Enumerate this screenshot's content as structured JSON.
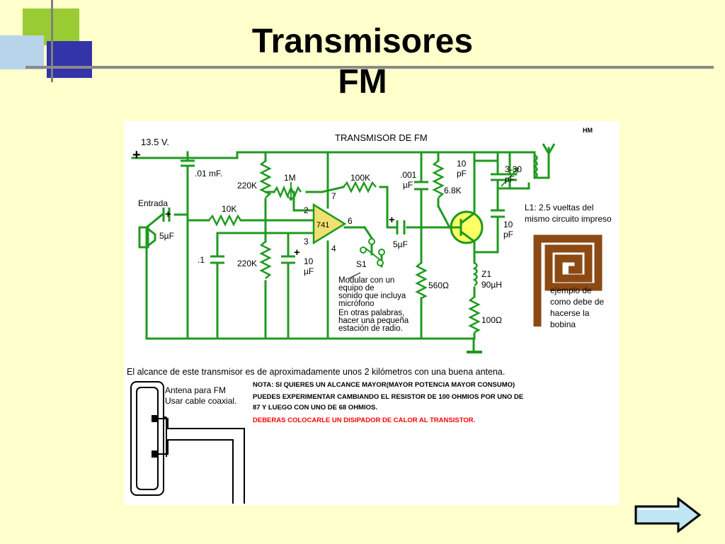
{
  "slide": {
    "title_line1": "Transmisores",
    "title_line2": "FM",
    "next_icon": "next-arrow-icon"
  },
  "colors": {
    "background": "#ffffcc",
    "accent_green": "#99cc33",
    "accent_blue": "#3333aa",
    "accent_light_blue": "#b0d0e8",
    "accent_gray": "#808080",
    "wire_green": "#1f9a1f",
    "coil_brown": "#8b4a14",
    "opamp_yellow": "#f0e070",
    "transistor_yellow": "#ffff66",
    "note_red": "#ff0000"
  },
  "diagram": {
    "header": "TRANSMISOR DE FM",
    "author_tag": "HM",
    "supply_label": "13.5 V.",
    "plus_sign": "+",
    "input_label": "Entrada",
    "cap_input": "5µF",
    "cap_supply": ".01 mF.",
    "res_10k": "10K",
    "res_220k_top": "220K",
    "res_220k_bottom": "220K",
    "pot_1m": "1M",
    "res_100k": "100K",
    "cap_point1": ".1",
    "cap_10uf_value": "10",
    "cap_10uf_unit": "µF",
    "opamp_label": "741",
    "pin_2": "2",
    "pin_3": "3",
    "pin_4": "4",
    "pin_6": "6",
    "pin_7": "7",
    "cap_001_value": ".001",
    "cap_001_unit": "µF",
    "cap_output": "5µF",
    "res_68k": "6.8K",
    "res_560": "560Ω",
    "switch_label": "S1",
    "switch_note_lines": [
      "Modular con un",
      "equipo de",
      "sonido que incluya",
      "micrófono",
      "En otras palabras,",
      "hacer una pequeña",
      "estación de radio."
    ],
    "cap_10pf_top_value": "10",
    "cap_10pf_top_unit": "pF",
    "trimmer_value": "3-30",
    "trimmer_unit": "pF",
    "cap_10pf_bottom_value": "10",
    "cap_10pf_bottom_unit": "pF",
    "coil_note_line1": "L1: 2.5 vueltas del",
    "coil_note_line2": "mismo circuito impreso",
    "z1_label": "Z1",
    "z1_value": "90µH",
    "res_100": "100Ω",
    "coil_example_lines": [
      "ejemplo de",
      "como debe de",
      "hacerse la",
      "bobina"
    ],
    "range_text": "El alcance de este transmisor es de aproximadamente unos 2 kilómetros con una buena antena.",
    "antenna_line1": "Antena para FM",
    "antenna_line2": "Usar cable coaxial.",
    "note_lines": [
      "NOTA: SI QUIERES UN ALCANCE MAYOR(MAYOR POTENCIA MAYOR CONSUMO)",
      "PUEDES EXPERIMENTAR CAMBIANDO EL RESISTOR DE 100 OHMIOS POR UNO DE",
      "87 Y LUEGO CON UNO DE 68 OHMIOS."
    ],
    "warning": "DEBERAS COLOCARLE UN DISIPADOR DE CALOR AL TRANSISTOR."
  }
}
